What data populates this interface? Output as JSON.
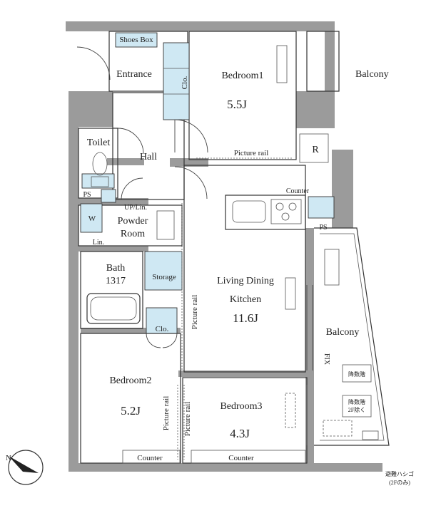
{
  "rooms": {
    "bedroom1": {
      "name": "Bedroom1",
      "size": "5.5J"
    },
    "bedroom2": {
      "name": "Bedroom2",
      "size": "5.2J"
    },
    "bedroom3": {
      "name": "Bedroom3",
      "size": "4.3J"
    },
    "ldk": {
      "name_line1": "Living Dining",
      "name_line2": "Kitchen",
      "size": "11.6J"
    },
    "entrance": "Entrance",
    "hall": "Hall",
    "toilet": "Toilet",
    "powder_room_line1": "Powder",
    "powder_room_line2": "Room",
    "bath_line1": "Bath",
    "bath_line2": "1317",
    "storage": "Storage",
    "balcony_top": "Balcony",
    "balcony_side": "Balcony"
  },
  "fixtures": {
    "shoes_box": "Shoes Box",
    "clo_bedroom1": "Clo.",
    "clo_bedroom2": "Clo.",
    "counter_kitchen": "Counter",
    "counter_bedroom2": "Counter",
    "counter_bedroom3": "Counter",
    "ps_toilet": "PS",
    "ps_kitchen": "PS",
    "up_lin": "UP/Lin.",
    "lin": "Lin.",
    "washer": "W",
    "r_mark": "R",
    "fix_text": "FIX",
    "picture_rail_bedroom1": "Picture rail",
    "picture_rail_ldk": "Picture rail",
    "picture_rail_bedroom2": "Picture rail",
    "picture_rail_bedroom3": "Picture rail",
    "stair_box1": "降数階",
    "stair_box2_line1": "降数階",
    "stair_box2_line2": "2F除く",
    "escape_ladder_line1": "避難ハシゴ",
    "escape_ladder_line2": "(2Fのみ)",
    "north_mark": "N"
  },
  "colors": {
    "wall": "#9b9b9b",
    "storage_fill": "#cfe8f3",
    "line": "#333333"
  }
}
